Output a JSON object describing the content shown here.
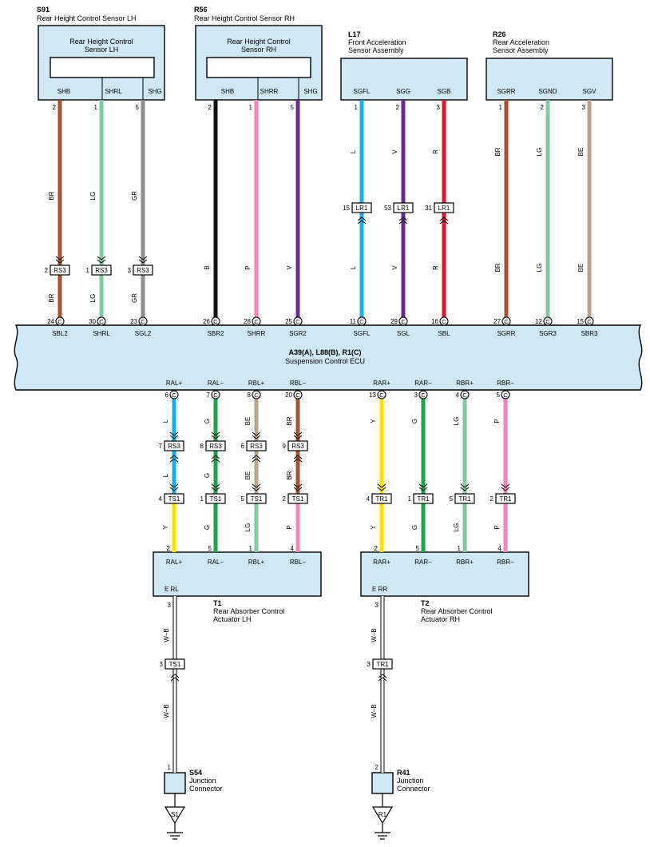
{
  "colors": {
    "BR": "#a4532f",
    "LG": "#82c9a0",
    "GR": "#8e8e8e",
    "B": "#111111",
    "P": "#f483b8",
    "V": "#6a2c91",
    "L": "#16aee8",
    "R": "#e3142d",
    "BE": "#b9a58d",
    "G": "#1aa54a",
    "Y": "#ffe100",
    "W": "#ffffff",
    "box_fill": "#cfe8f6"
  },
  "components": {
    "S91": {
      "code": "S91",
      "label": "Rear Height Control Sensor LH",
      "box_title_1": "Rear Height Control",
      "box_title_2": "Sensor LH",
      "pins": [
        "SHB",
        "SHRL",
        "SHG"
      ]
    },
    "R56": {
      "code": "R56",
      "label": "Rear Height Control Sensor RH",
      "box_title_1": "Rear Height Control",
      "box_title_2": "Sensor RH",
      "pins": [
        "SHB",
        "SHRR",
        "SHG"
      ]
    },
    "L17": {
      "code": "L17",
      "label_1": "Front Acceleration",
      "label_2": "Sensor Assembly",
      "pins": [
        "SGFL",
        "SGG",
        "SGB"
      ]
    },
    "R26": {
      "code": "R26",
      "label_1": "Rear Acceleration",
      "label_2": "Sensor Assembly",
      "pins": [
        "SGRR",
        "SGND",
        "SGV"
      ]
    },
    "ECU": {
      "code": "A39(A), L88(B), R1(C)",
      "label": "Suspension Control ECU",
      "top_pins": [
        "SBL2",
        "SHRL",
        "SGL2",
        "SBR2",
        "SHRR",
        "SGR2",
        "SGFL",
        "SGL",
        "SBL",
        "SGRR",
        "SGR3",
        "SBR3"
      ],
      "bottom_pins": [
        "RAL+",
        "RAL−",
        "RBL+",
        "RBL−",
        "RAR+",
        "RAR−",
        "RBR+",
        "RBR−"
      ]
    },
    "T1": {
      "code": "T1",
      "label_1": "Rear Absorber Control",
      "label_2": "Actuator LH",
      "pins": [
        "RAL+",
        "RAL−",
        "RBL+",
        "RBL−"
      ],
      "ground_pin": "E RL"
    },
    "T2": {
      "code": "T2",
      "label_1": "Rear Absorber Control",
      "label_2": "Actuator RH",
      "pins": [
        "RAR+",
        "RAR−",
        "RBR+",
        "RBR−"
      ],
      "ground_pin": "E RR"
    },
    "S54": {
      "code": "S54",
      "label_1": "Junction",
      "label_2": "Connector",
      "ground": "S1"
    },
    "R41": {
      "code": "R41",
      "label_1": "Junction",
      "label_2": "Connector",
      "ground": "R1"
    }
  },
  "conn_letter": "C",
  "connectors": {
    "RS3": "RS3",
    "LR1": "LR1",
    "TS1": "TS1",
    "TR1": "TR1"
  },
  "wire_codes": {
    "BR": "BR",
    "LG": "LG",
    "GR": "GR",
    "B": "B",
    "P": "P",
    "V": "V",
    "L": "L",
    "R": "R",
    "BE": "BE",
    "G": "G",
    "Y": "Y",
    "WB": "W–B"
  },
  "pin_numbers": {
    "top_sensor": [
      "2",
      "1",
      "5",
      "2",
      "1",
      "5",
      "1",
      "2",
      "3",
      "1",
      "2",
      "3"
    ],
    "rs3_top": [
      "2",
      "1",
      "3"
    ],
    "lr1": [
      "15",
      "53",
      "31"
    ],
    "ecu_top": [
      "24",
      "30",
      "23",
      "26",
      "28",
      "25",
      "11",
      "29",
      "16",
      "27",
      "12",
      "15"
    ],
    "ecu_bottom": [
      "6",
      "7",
      "8",
      "20",
      "13",
      "3",
      "4",
      "5"
    ],
    "rs3_bottom": [
      "7",
      "8",
      "6",
      "9"
    ],
    "ts1": [
      "4",
      "1",
      "5",
      "2"
    ],
    "tr1": [
      "4",
      "1",
      "5",
      "2"
    ],
    "actuator_lh": [
      "2",
      "5",
      "1",
      "4"
    ],
    "actuator_rh": [
      "2",
      "5",
      "1",
      "4"
    ],
    "ground_t": [
      "3",
      "3"
    ],
    "ground_mid": [
      "3",
      "3"
    ],
    "junction": [
      "1",
      "2"
    ]
  }
}
